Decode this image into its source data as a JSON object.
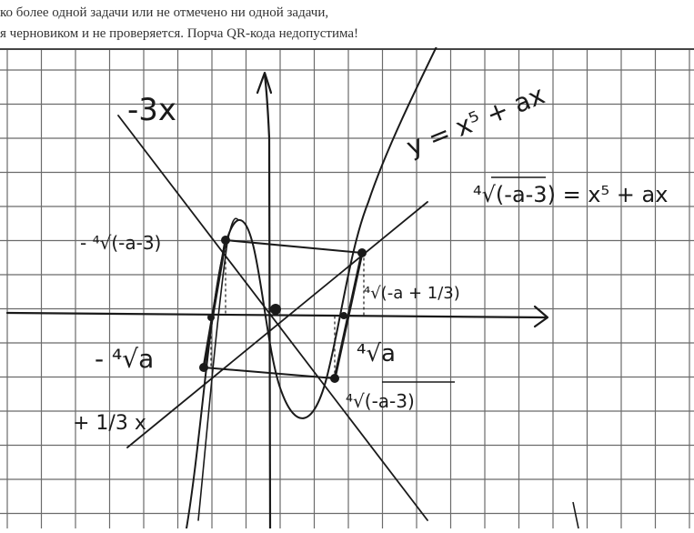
{
  "header": {
    "line1": "ко более одной задачи или не отмечено ни одной задачи,",
    "line2": "я черновиком и не проверяется. Порча QR-кода недопустима!"
  },
  "handwriting": {
    "label_neg3x": "-3x",
    "label_curve": "y = x⁵ + ax",
    "equation": "⁴√(-a-3) = x⁵ + ax",
    "label_neg_root_a3": "- ⁴√(-a-3)",
    "label_root_a13": "⁴√(-a + 1/3)",
    "label_root_a": "⁴√a",
    "label_neg_root_a": "- ⁴√a",
    "label_root_a3": "⁴√(-a-3)",
    "label_third_x": "+ 1/3 x"
  },
  "colors": {
    "ink": "#1a1a1a",
    "grid": "#6b6b6b",
    "paper": "#ffffff",
    "header_text": "#333333"
  }
}
